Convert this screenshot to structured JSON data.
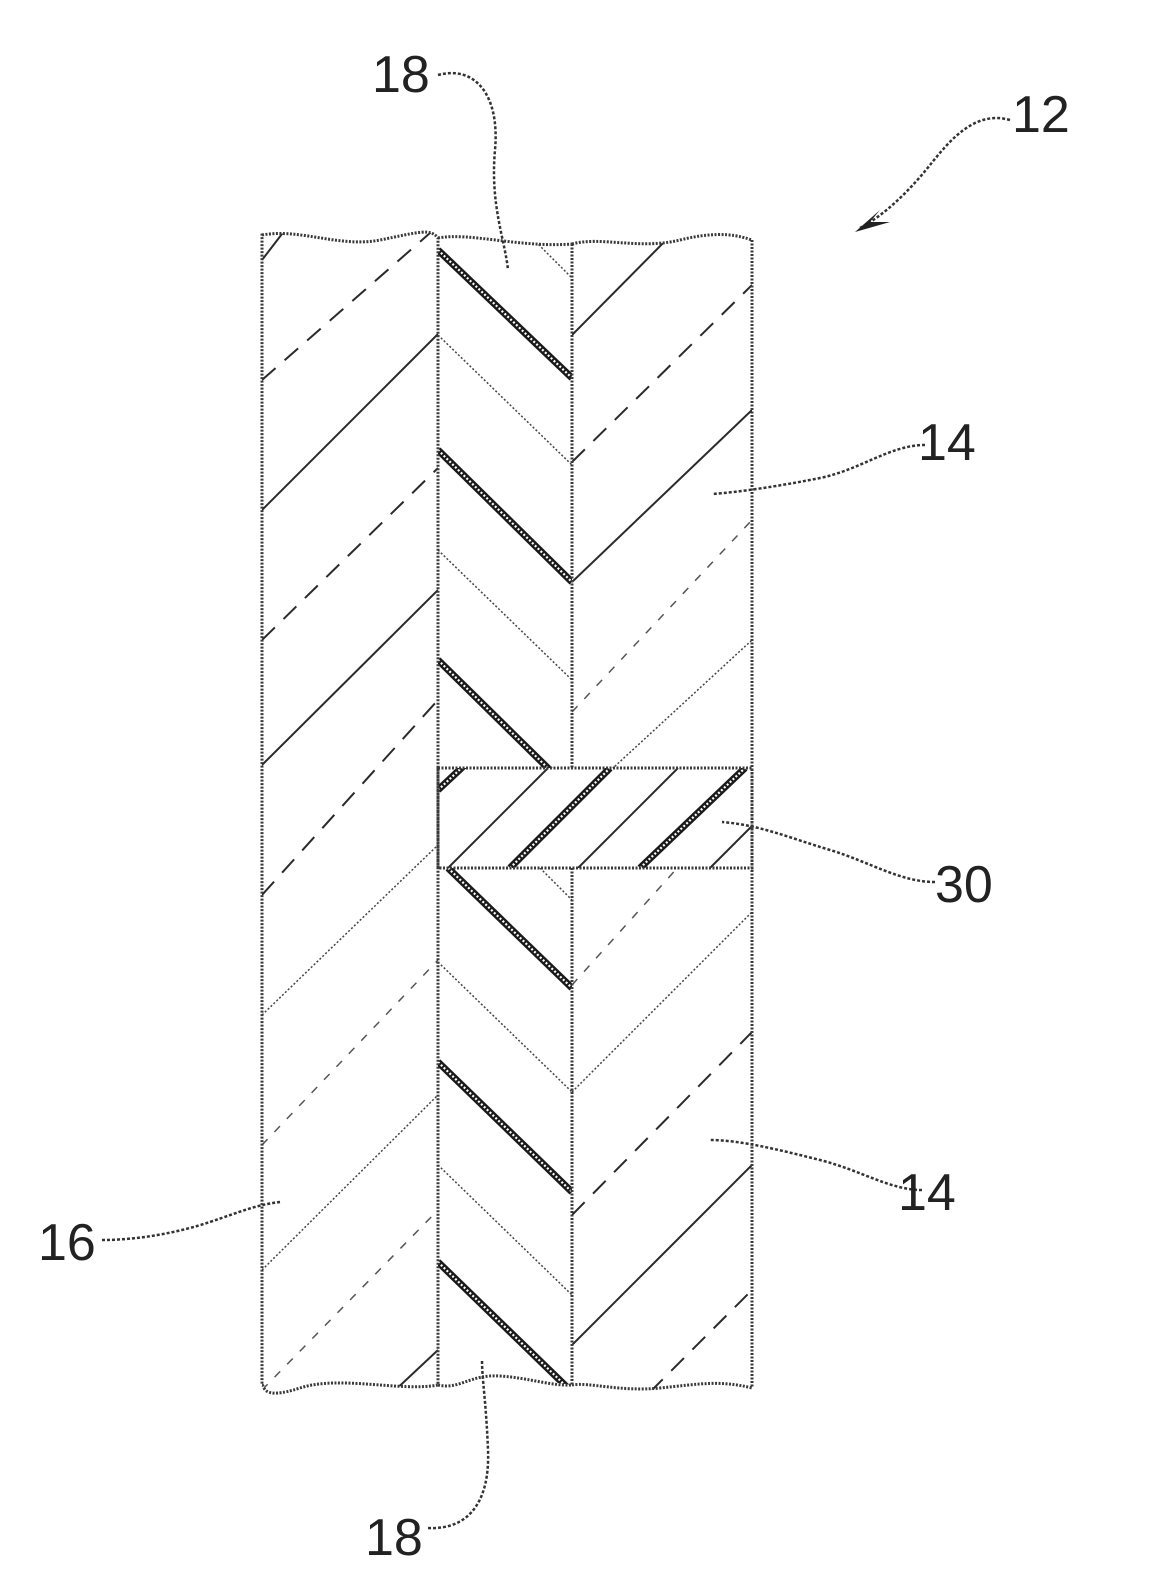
{
  "figure": {
    "labels": {
      "assembly": "12",
      "panel_upper": "14",
      "panel_lower": "14",
      "plate_left": "16",
      "interlayer_top": "18",
      "interlayer_bottom": "18",
      "insert": "30"
    }
  }
}
